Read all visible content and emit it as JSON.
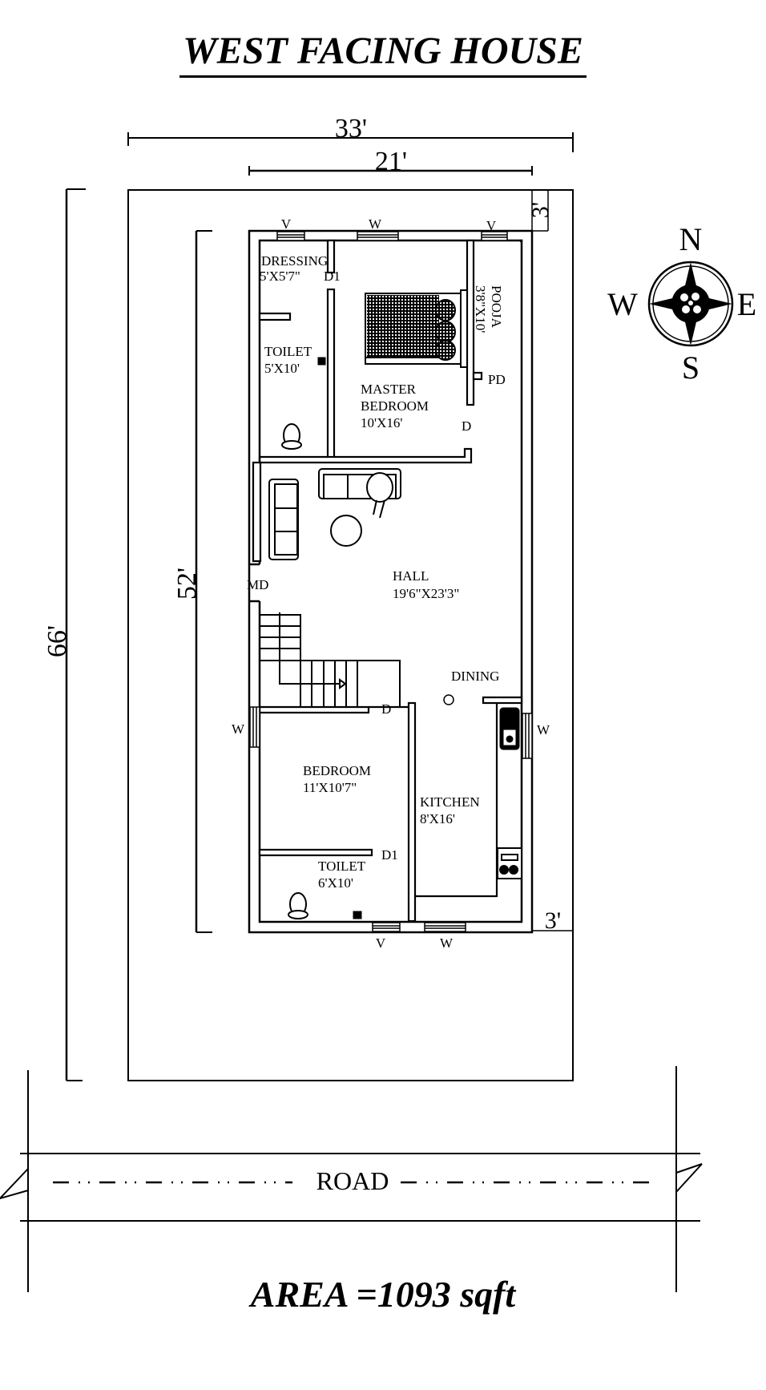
{
  "title": "WEST FACING HOUSE",
  "area_label": "AREA =1093 sqft",
  "dimensions": {
    "plot_width": "33'",
    "house_width": "21'",
    "plot_depth": "66'",
    "house_depth": "52'",
    "setback_top": "3'",
    "setback_bottom": "3'"
  },
  "compass": {
    "north": "N",
    "south": "S",
    "east": "E",
    "west": "W"
  },
  "road_label": "ROAD",
  "rooms": [
    {
      "name": "DRESSING",
      "size": "5'X5'7\""
    },
    {
      "name": "TOILET",
      "size": "5'X10'"
    },
    {
      "name": "MASTER BEDROOM",
      "line1": "MASTER",
      "line2": "BEDROOM",
      "size": "10'X16'"
    },
    {
      "name": "POOJA",
      "size": "3'8\"X10'"
    },
    {
      "name": "HALL",
      "size": "19'6\"X23'3\""
    },
    {
      "name": "DINING",
      "size": ""
    },
    {
      "name": "BEDROOM",
      "size": "11'X10'7\""
    },
    {
      "name": "KITCHEN",
      "size": "8'X16'"
    },
    {
      "name": "TOILET",
      "size": "6'X10'"
    }
  ],
  "markers": {
    "ventilator": "V",
    "window": "W",
    "door": "D",
    "door1": "D1",
    "pooja_door": "PD",
    "main_door": "MD"
  },
  "colors": {
    "line": "#000000",
    "background": "#ffffff"
  }
}
